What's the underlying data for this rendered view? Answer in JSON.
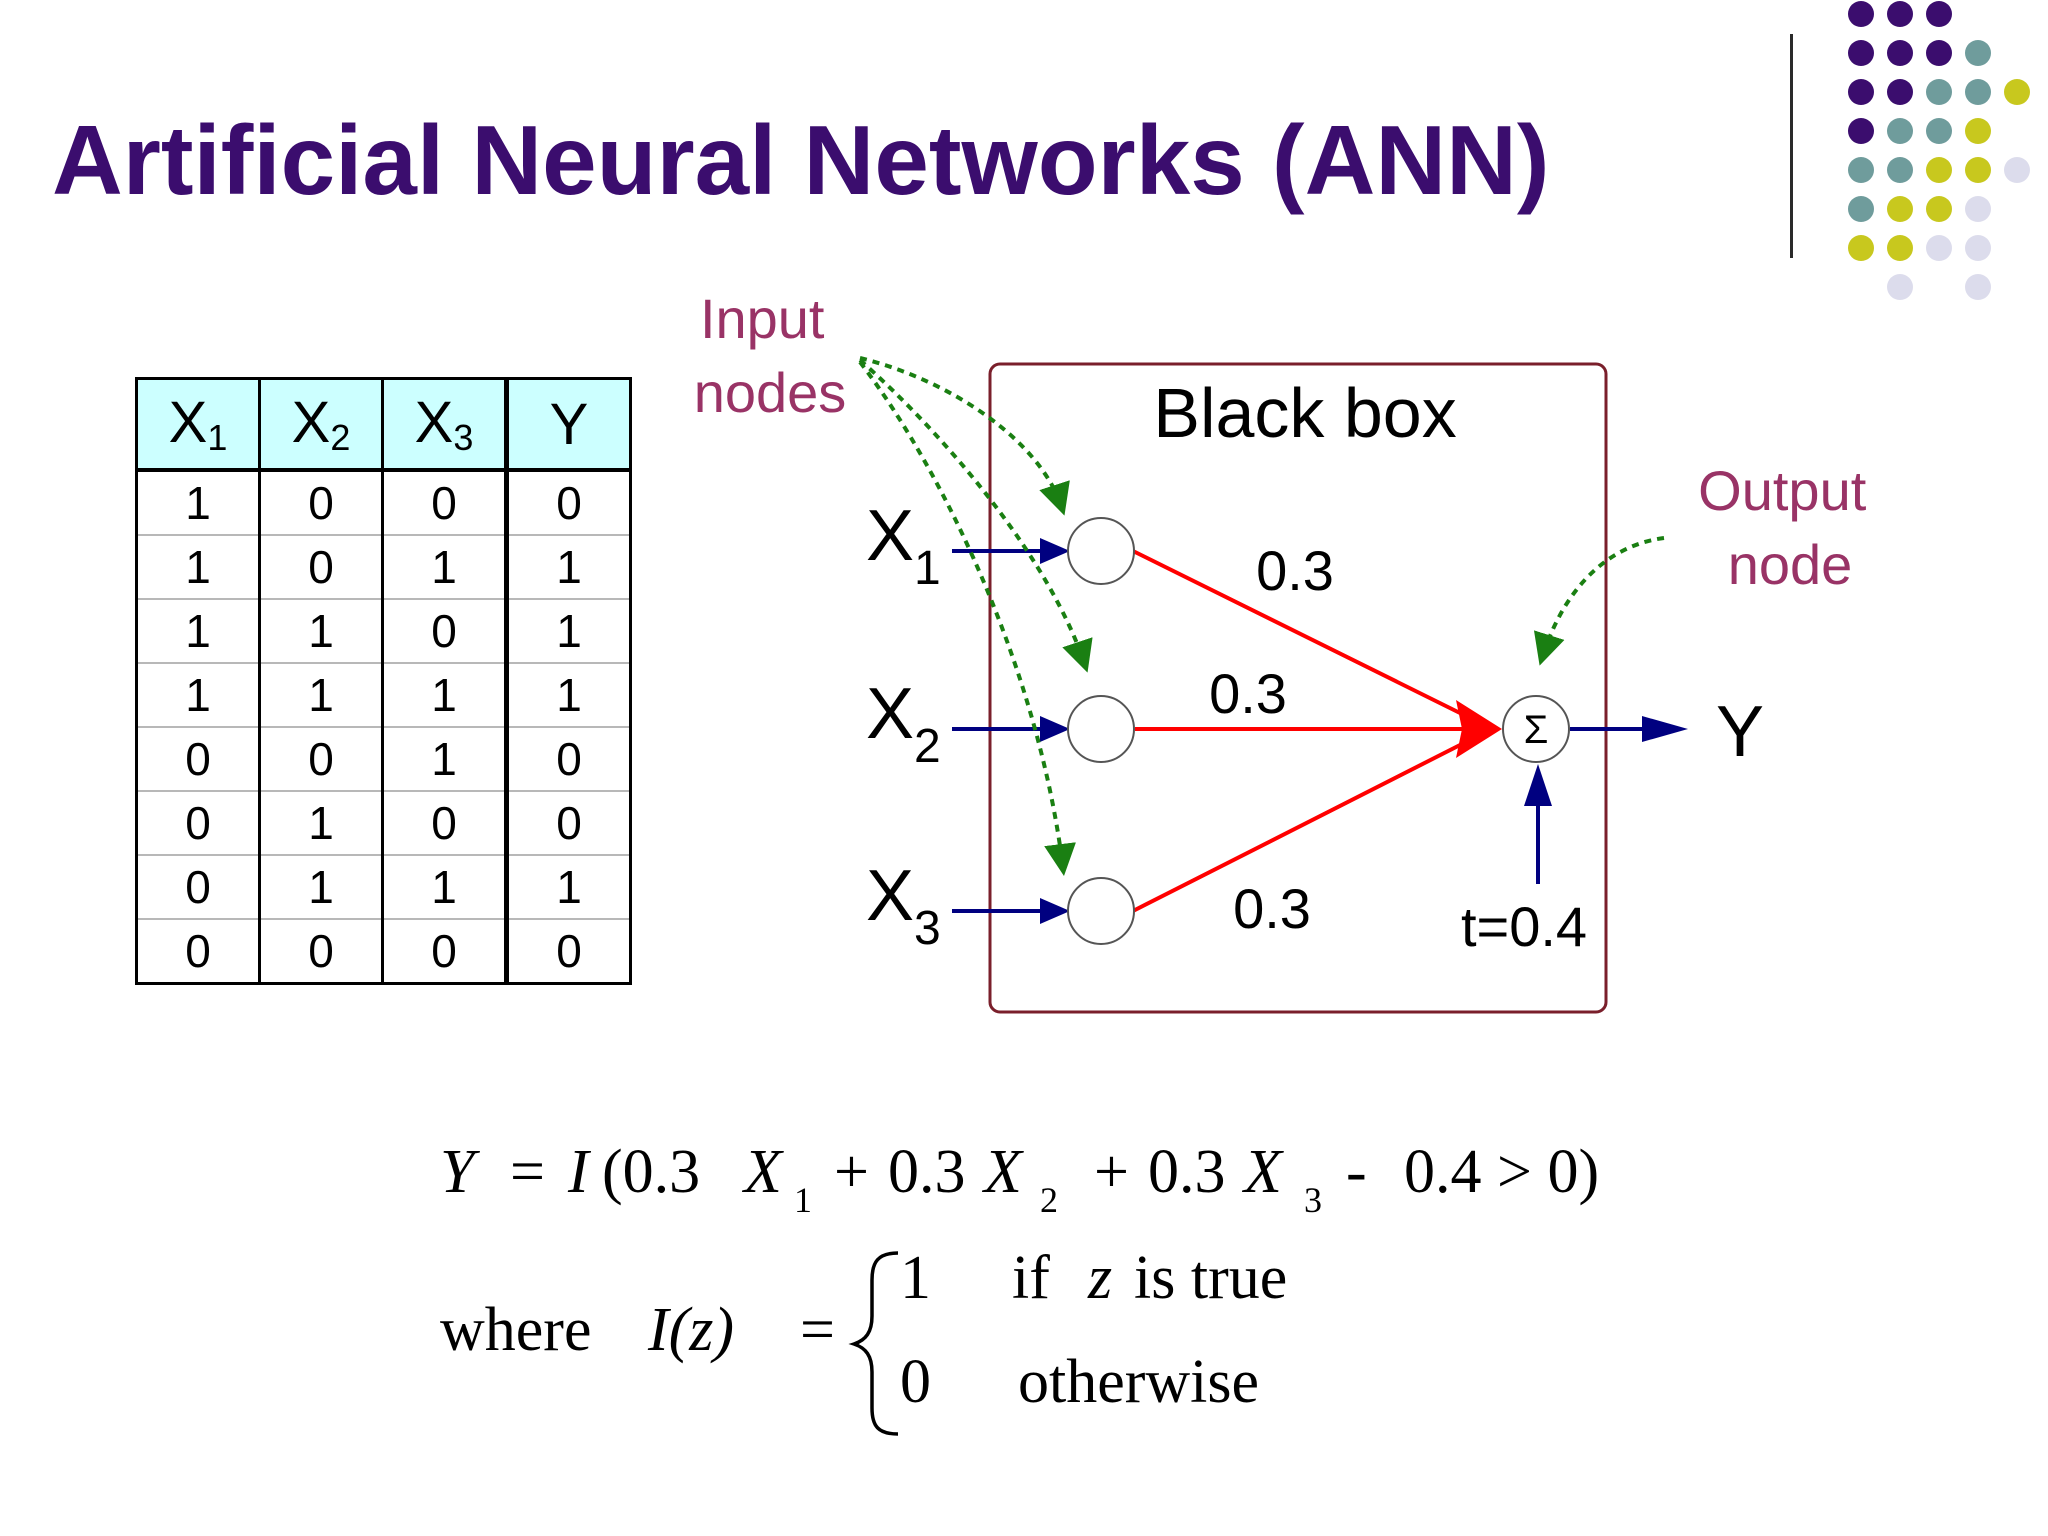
{
  "title": "Artificial Neural Networks (ANN)",
  "table": {
    "headers": [
      {
        "base": "X",
        "sub": "1"
      },
      {
        "base": "X",
        "sub": "2"
      },
      {
        "base": "X",
        "sub": "3"
      },
      {
        "base": "Y",
        "sub": ""
      }
    ],
    "rows": [
      [
        "1",
        "0",
        "0",
        "0"
      ],
      [
        "1",
        "0",
        "1",
        "1"
      ],
      [
        "1",
        "1",
        "0",
        "1"
      ],
      [
        "1",
        "1",
        "1",
        "1"
      ],
      [
        "0",
        "0",
        "1",
        "0"
      ],
      [
        "0",
        "1",
        "0",
        "0"
      ],
      [
        "0",
        "1",
        "1",
        "1"
      ],
      [
        "0",
        "0",
        "0",
        "0"
      ]
    ]
  },
  "diagram": {
    "input_nodes_label": [
      "Input",
      "nodes"
    ],
    "output_node_label": [
      "Output",
      "node"
    ],
    "black_box_label": "Black box",
    "inputs": [
      {
        "base": "X",
        "sub": "1"
      },
      {
        "base": "X",
        "sub": "2"
      },
      {
        "base": "X",
        "sub": "3"
      }
    ],
    "weights": [
      "0.3",
      "0.3",
      "0.3"
    ],
    "sum_symbol": "Σ",
    "output": "Y",
    "threshold": "t=0.4"
  },
  "equation": {
    "y": "Y",
    "eq": "=",
    "i": "I",
    "open": "(0.3",
    "x": "X",
    "sub1": "1",
    "sub2": "2",
    "sub3": "3",
    "plus": "+",
    "c2": "0.3",
    "minus": "-",
    "tail": "0.4 > 0)",
    "where": "where",
    "iz": "I(z)",
    "one": "1",
    "if_text": "if",
    "z": "z",
    "is_true": "is true",
    "zero": "0",
    "otherwise": "otherwise"
  },
  "colors": {
    "title": "#3b0d6e",
    "label": "#993366",
    "red": "#ff0000",
    "navy": "#000080",
    "green": "#1a7f12",
    "box": "#7a1f2b",
    "dot_purple": "#3b0d6e",
    "dot_teal": "#6f9c9c",
    "dot_yellow": "#c8c81e",
    "dot_lavender": "#dcdcec"
  }
}
